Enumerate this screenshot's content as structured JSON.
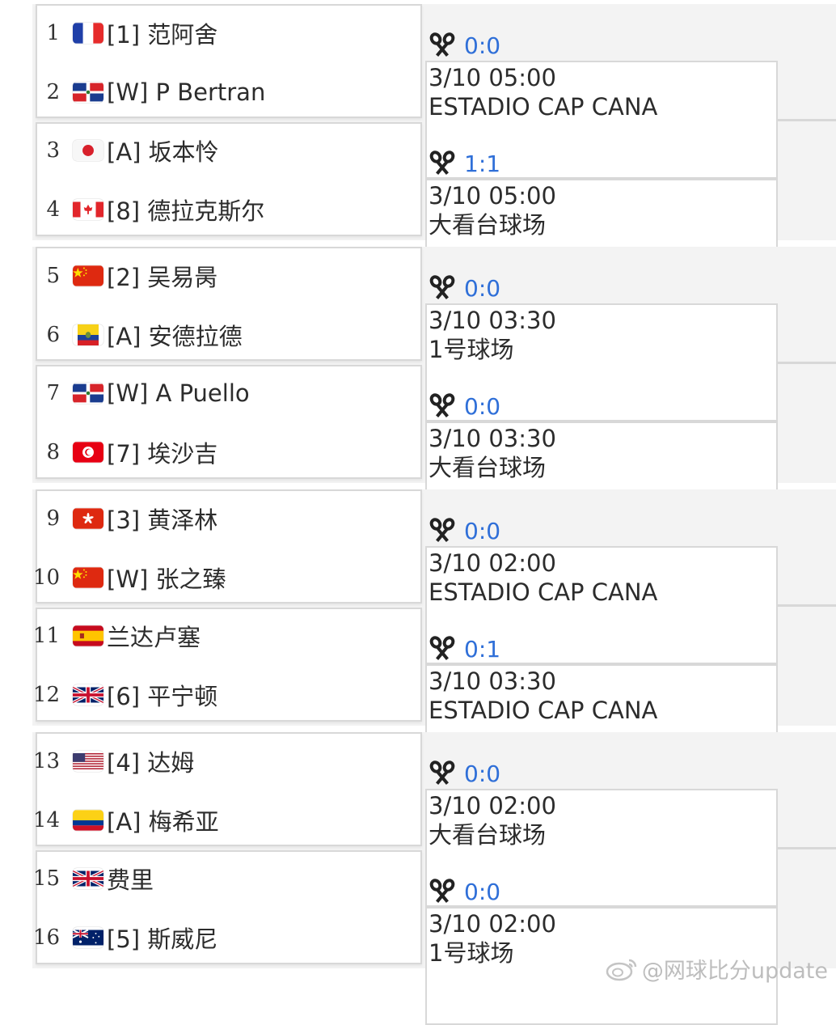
{
  "players": [
    {
      "num": "1",
      "flag": "fr",
      "name": "[1] 范阿舍"
    },
    {
      "num": "2",
      "flag": "do",
      "name": "[W] P Bertran"
    },
    {
      "num": "3",
      "flag": "jp",
      "name": "[A] 坂本怜"
    },
    {
      "num": "4",
      "flag": "ca",
      "name": "[8] 德拉克斯尔"
    },
    {
      "num": "5",
      "flag": "cn",
      "name": "[2] 吴易昺"
    },
    {
      "num": "6",
      "flag": "ec",
      "name": "[A] 安德拉德"
    },
    {
      "num": "7",
      "flag": "do",
      "name": "[W] A Puello"
    },
    {
      "num": "8",
      "flag": "tn",
      "name": "[7] 埃沙吉"
    },
    {
      "num": "9",
      "flag": "hk",
      "name": "[3] 黄泽林"
    },
    {
      "num": "10",
      "flag": "cn",
      "name": "[W] 张之臻"
    },
    {
      "num": "11",
      "flag": "es",
      "name": " 兰达卢塞"
    },
    {
      "num": "12",
      "flag": "gb",
      "name": "[6] 平宁顿"
    },
    {
      "num": "13",
      "flag": "us",
      "name": "[4] 达姆"
    },
    {
      "num": "14",
      "flag": "co",
      "name": "[A] 梅希亚"
    },
    {
      "num": "15",
      "flag": "gb",
      "name": " 费里"
    },
    {
      "num": "16",
      "flag": "au",
      "name": "[5] 斯威尼"
    }
  ],
  "matches": [
    {
      "score": "0:0",
      "time": "3/10 05:00",
      "venue": "ESTADIO CAP CANA"
    },
    {
      "score": "1:1",
      "time": "3/10 05:00",
      "venue": "大看台球场"
    },
    {
      "score": "0:0",
      "time": "3/10 03:30",
      "venue": "1号球场"
    },
    {
      "score": "0:0",
      "time": "3/10 03:30",
      "venue": "大看台球场"
    },
    {
      "score": "0:0",
      "time": "3/10 02:00",
      "venue": "ESTADIO CAP CANA"
    },
    {
      "score": "0:1",
      "time": "3/10 03:30",
      "venue": "ESTADIO CAP CANA"
    },
    {
      "score": "0:0",
      "time": "3/10 02:00",
      "venue": "大看台球场"
    },
    {
      "score": "0:0",
      "time": "3/10 02:00",
      "venue": "1号球场"
    }
  ],
  "icons": {
    "match": "crossed-rackets-icon",
    "watermark": "weibo-logo-icon"
  },
  "colors": {
    "score": "#2f6fd8",
    "border": "#d8d8d8",
    "band": "#f3f3f3"
  },
  "watermark": {
    "text": "@网球比分update"
  }
}
